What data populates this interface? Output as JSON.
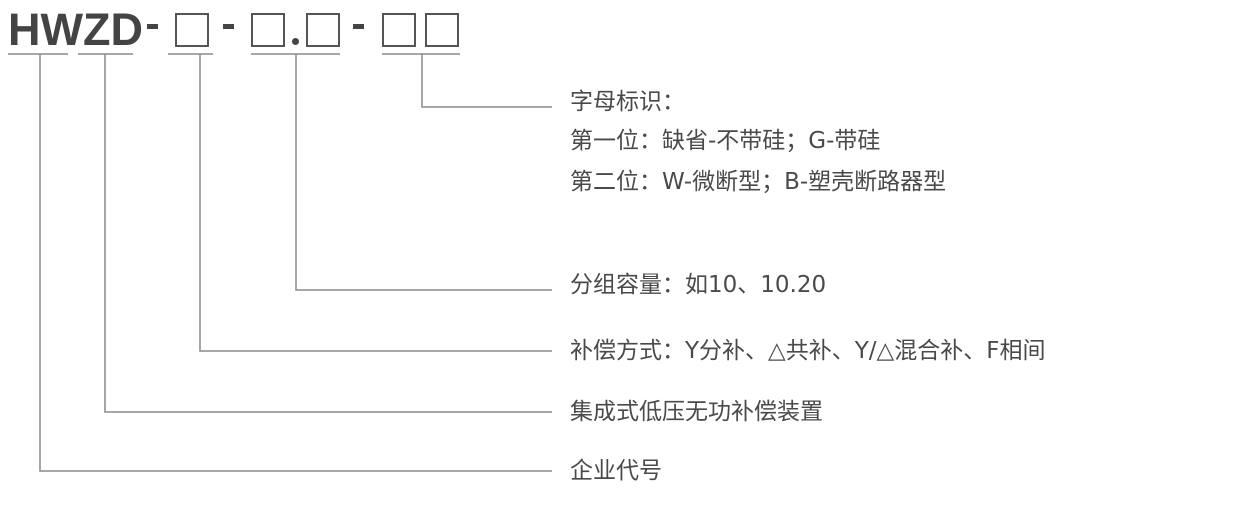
{
  "model_code": {
    "prefix": "HWZD"
  },
  "descriptions": {
    "letter_id": {
      "title": "字母标识：",
      "first": "第一位：缺省-不带硅；G-带硅",
      "second": "第二位：W-微断型；B-塑壳断路器型"
    },
    "group_capacity": "分组容量：如10、10.20",
    "compensation_mode": "补偿方式：Y分补、△共补、Y/△混合补、F相间",
    "product_name": "集成式低压无功补偿装置",
    "company_code": "企业代号"
  }
}
